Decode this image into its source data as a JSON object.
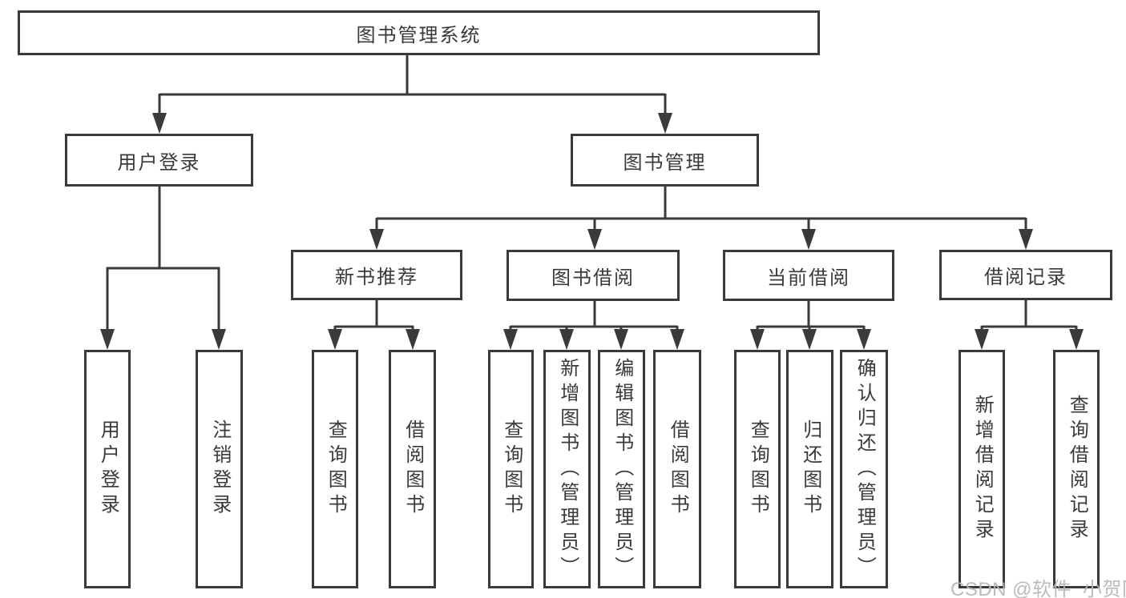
{
  "diagram": {
    "title": "图书管理系统",
    "watermark": "CSDN @软件_小贺同学",
    "colors": {
      "background": "#ffffff",
      "line": "#3a3a3a",
      "text": "#3a3a3a",
      "watermark": "#b6b6b6"
    },
    "root": {
      "label": "图书管理系统"
    },
    "level2": [
      {
        "label": "用户登录"
      },
      {
        "label": "图书管理"
      }
    ],
    "level3": [
      {
        "label": "新书推荐",
        "parent": "图书管理"
      },
      {
        "label": "图书借阅",
        "parent": "图书管理"
      },
      {
        "label": "当前借阅",
        "parent": "图书管理"
      },
      {
        "label": "借阅记录",
        "parent": "图书管理"
      }
    ],
    "level4": [
      {
        "label": "用户登录",
        "parent": "用户登录"
      },
      {
        "label": "注销登录",
        "parent": "用户登录"
      },
      {
        "label": "查询图书",
        "parent": "新书推荐"
      },
      {
        "label": "借阅图书",
        "parent": "新书推荐"
      },
      {
        "label": "查询图书",
        "parent": "图书借阅"
      },
      {
        "label": "新增图书（管理员）",
        "parent": "图书借阅"
      },
      {
        "label": "编辑图书（管理员）",
        "parent": "图书借阅"
      },
      {
        "label": "借阅图书",
        "parent": "图书借阅"
      },
      {
        "label": "查询图书",
        "parent": "当前借阅"
      },
      {
        "label": "归还图书",
        "parent": "当前借阅"
      },
      {
        "label": "确认归还（管理员）",
        "parent": "当前借阅"
      },
      {
        "label": "新增借阅记录",
        "parent": "借阅记录"
      },
      {
        "label": "查询借阅记录",
        "parent": "借阅记录"
      }
    ]
  }
}
